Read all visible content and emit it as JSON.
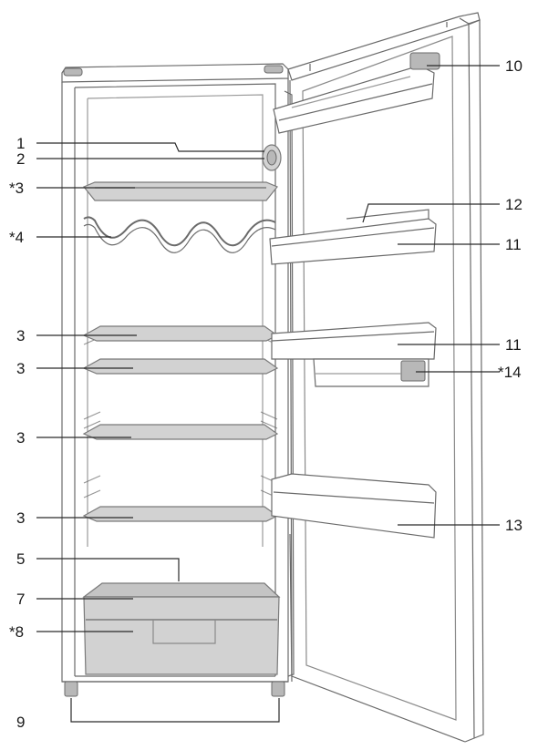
{
  "labels": {
    "l1": "1",
    "l2": "2",
    "l3a": "*3",
    "l4": "*4",
    "l3b": "3",
    "l3c": "3",
    "l3d": "3",
    "l3e": "3",
    "l5": "5",
    "l7": "7",
    "l8": "*8",
    "l9": "9",
    "l10": "10",
    "l12": "12",
    "l11a": "11",
    "l11b": "11",
    "l14": "*14",
    "l13": "13"
  }
}
